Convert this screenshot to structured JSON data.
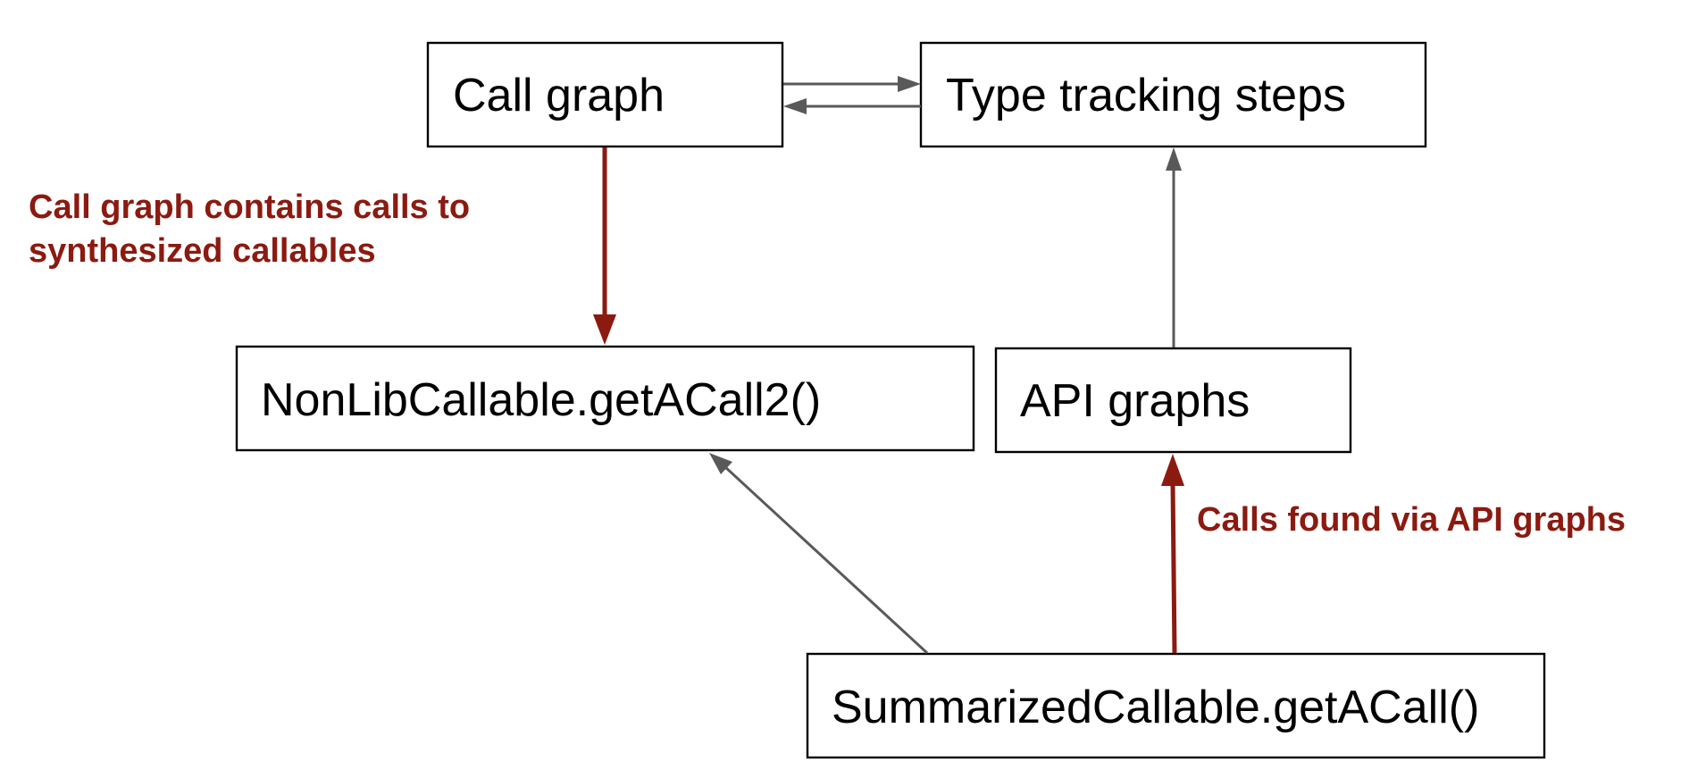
{
  "nodes": {
    "call_graph": "Call graph",
    "type_tracking_steps": "Type tracking steps",
    "nonlib_callable": "NonLibCallable.getACall2()",
    "api_graphs": "API graphs",
    "summarized_callable": "SummarizedCallable.getACall()"
  },
  "annotations": {
    "call_graph_line1": "Call graph contains calls to",
    "call_graph_line2": "synthesized callables",
    "api_graphs_calls": "Calls found via API graphs"
  },
  "colors": {
    "box_border": "#000000",
    "gray_edge": "#595959",
    "red_edge": "#8b1a10",
    "annotation_text": "#8b1a10"
  }
}
